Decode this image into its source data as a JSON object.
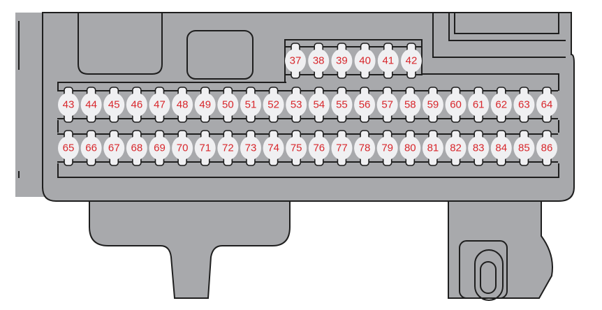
{
  "diagram": {
    "title": "Fuse box layout",
    "colors": {
      "housing": "#a8a9ac",
      "fuse": "#f0f0f2",
      "label": "#d8262b",
      "outline": "#1e1e1e"
    },
    "top_row": [
      "37",
      "38",
      "39",
      "40",
      "41",
      "42"
    ],
    "middle_row": [
      "43",
      "44",
      "45",
      "46",
      "47",
      "48",
      "49",
      "50",
      "51",
      "52",
      "53",
      "54",
      "55",
      "56",
      "57",
      "58",
      "59",
      "60",
      "61",
      "62",
      "63",
      "64"
    ],
    "bottom_row": [
      "65",
      "66",
      "67",
      "68",
      "69",
      "70",
      "71",
      "72",
      "73",
      "74",
      "75",
      "76",
      "77",
      "78",
      "79",
      "80",
      "81",
      "82",
      "83",
      "84",
      "85",
      "86"
    ]
  }
}
